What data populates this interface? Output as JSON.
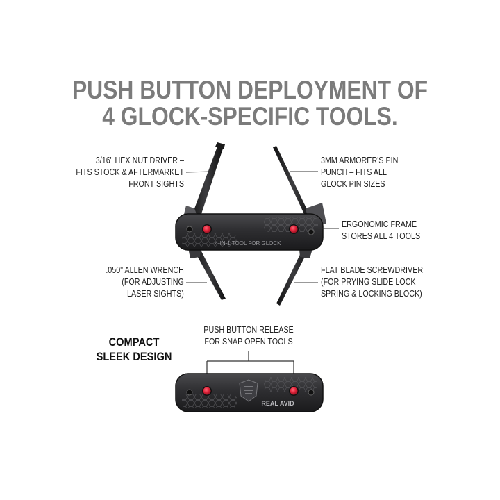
{
  "headline": {
    "line1": "PUSH BUTTON DEPLOYMENT OF",
    "line2": "4 GLOCK-SPECIFIC TOOLS."
  },
  "callouts": {
    "hex_driver": [
      "3/16\" HEX NUT DRIVER –",
      "FITS STOCK & AFTERMARKET",
      "FRONT SIGHTS"
    ],
    "pin_punch": [
      "3MM ARMORER'S PIN",
      "PUNCH – FITS ALL",
      "GLOCK PIN SIZES"
    ],
    "frame": [
      "ERGONOMIC FRAME",
      "STORES ALL 4 TOOLS"
    ],
    "allen_wrench": [
      ".050\" ALLEN WRENCH",
      "(FOR ADJUSTING",
      "LASER SIGHTS)"
    ],
    "screwdriver": [
      "FLAT BLADE SCREWDRIVER",
      "(FOR PRYING SLIDE LOCK",
      "SPRING & LOCKING BLOCK)"
    ],
    "release": [
      "PUSH BUTTON RELEASE",
      "FOR SNAP OPEN TOOLS"
    ]
  },
  "compact": [
    "COMPACT",
    "SLEEK DESIGN"
  ],
  "tool_print": {
    "open_tool_text": "4-IN-1 TOOL FOR GLOCK",
    "brand": "REAL AVID"
  },
  "colors": {
    "headline": "#7b7b7b",
    "body": "#2b2b2d",
    "button": "#e0243a"
  }
}
